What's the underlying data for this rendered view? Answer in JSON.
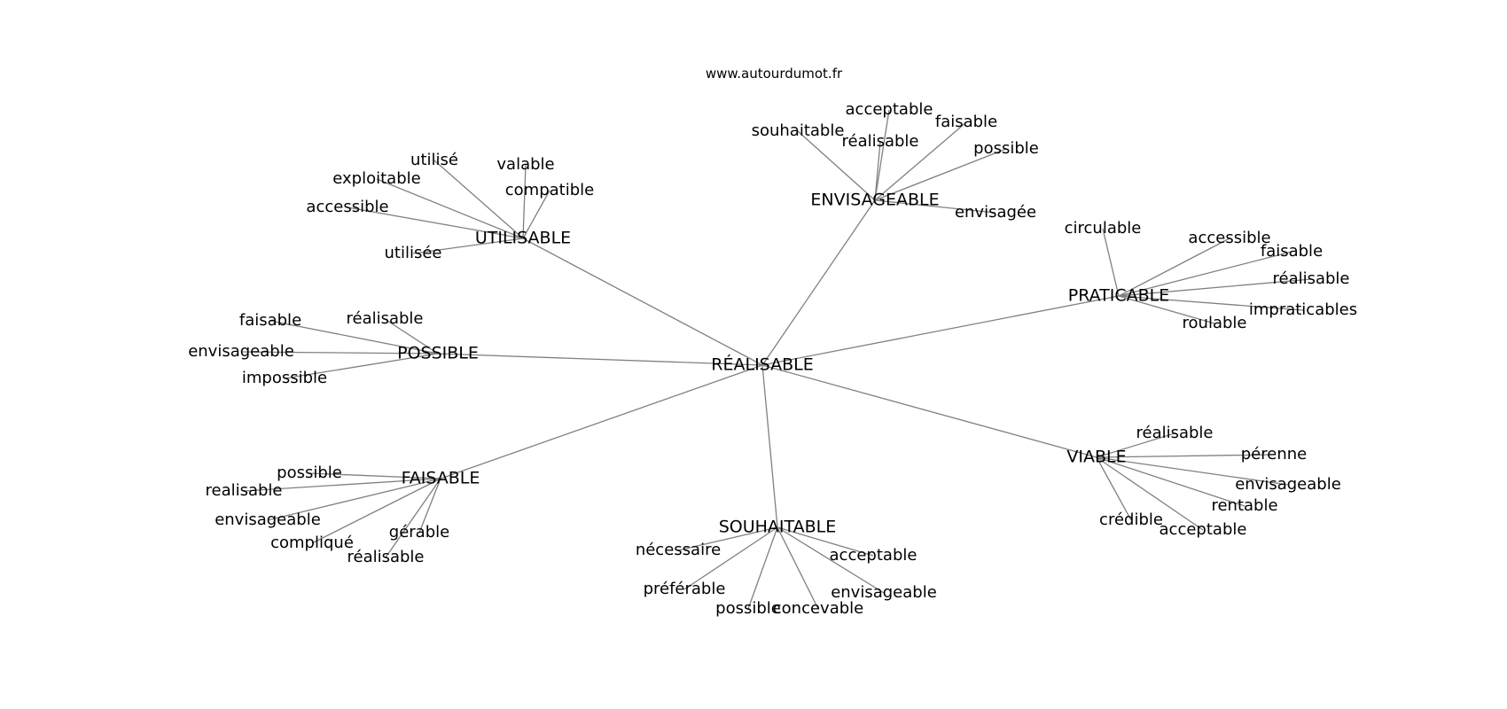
{
  "site": "www.autourdumot.fr",
  "center": "RÉALISABLE",
  "clusters": [
    {
      "id": "utilisable",
      "label": "UTILISABLE",
      "leaves": [
        "utilisé",
        "valable",
        "exploitable",
        "compatible",
        "accessible",
        "utilisée"
      ]
    },
    {
      "id": "envisageable",
      "label": "ENVISAGEABLE",
      "leaves": [
        "acceptable",
        "souhaitable",
        "faisable",
        "réalisable",
        "possible",
        "envisagée"
      ]
    },
    {
      "id": "praticable",
      "label": "PRATICABLE",
      "leaves": [
        "circulable",
        "accessible",
        "faisable",
        "réalisable",
        "impraticables",
        "roulable"
      ]
    },
    {
      "id": "possible",
      "label": "POSSIBLE",
      "leaves": [
        "faisable",
        "réalisable",
        "envisageable",
        "impossible"
      ]
    },
    {
      "id": "faisable",
      "label": "FAISABLE",
      "leaves": [
        "possible",
        "realisable",
        "envisageable",
        "gérable",
        "compliqué",
        "réalisable"
      ]
    },
    {
      "id": "souhaitable",
      "label": "SOUHAITABLE",
      "leaves": [
        "nécessaire",
        "acceptable",
        "préférable",
        "envisageable",
        "possible",
        "concevable"
      ]
    },
    {
      "id": "viable",
      "label": "VIABLE",
      "leaves": [
        "réalisable",
        "pérenne",
        "envisageable",
        "rentable",
        "crédible",
        "acceptable"
      ]
    }
  ]
}
